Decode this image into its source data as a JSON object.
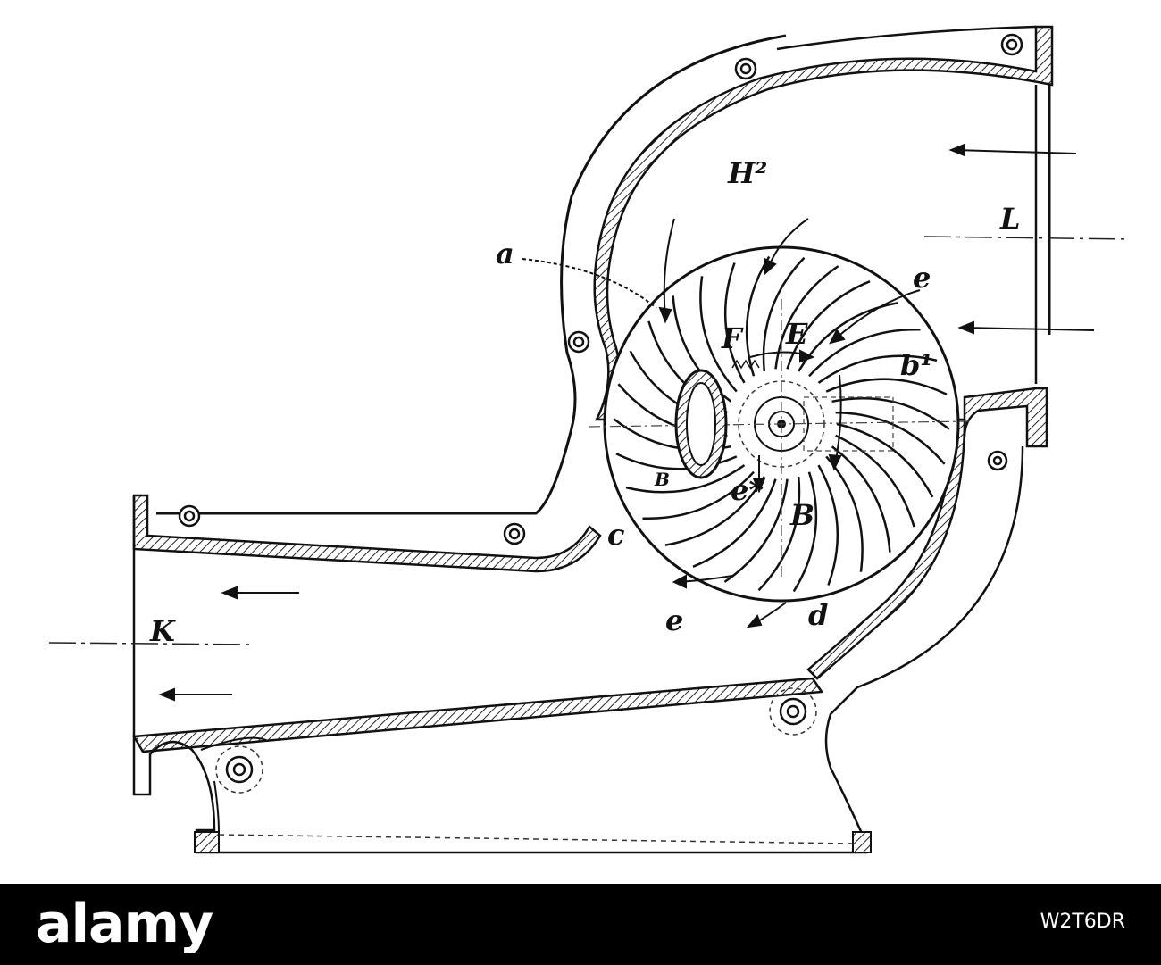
{
  "diagram": {
    "labels": {
      "H2": "H²",
      "L": "L",
      "a": "a",
      "e_top": "e",
      "F": "F",
      "E": "E",
      "b1": "b¹",
      "B_small": "B",
      "B": "B",
      "e_star": "e*",
      "c": "c",
      "K": "K",
      "e_bottom": "e",
      "d": "d"
    },
    "colors": {
      "ink": "#111111",
      "paper": "#ffffff",
      "hatch": "#222222"
    }
  },
  "footer": {
    "logo": "alamy",
    "image_code": "W2T6DR",
    "colors": {
      "background": "#000000",
      "text": "#ffffff"
    }
  }
}
